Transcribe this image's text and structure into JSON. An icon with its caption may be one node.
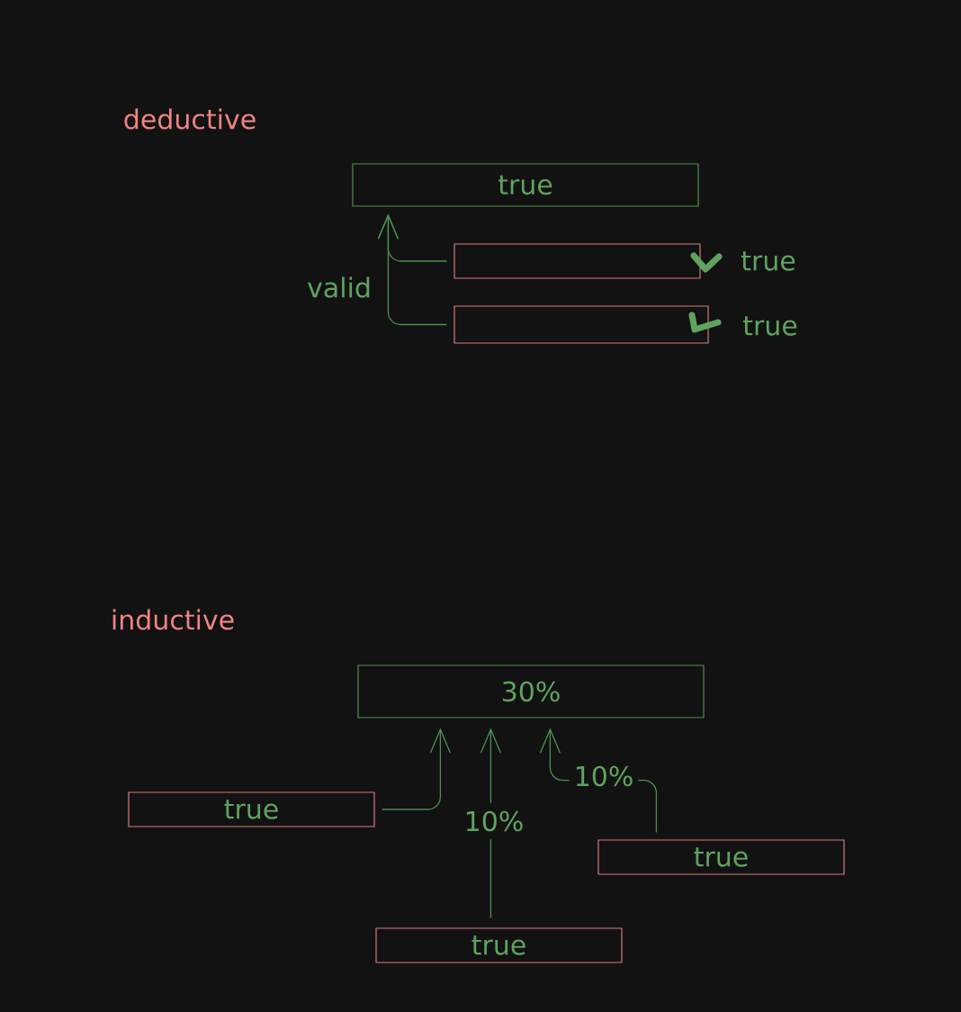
{
  "diagram": {
    "nodes": [
      {
        "text": [
          "true"
        ]
      },
      {
        "text": [],
        "shape": "box",
        "beside": [
          "true"
        ]
      },
      {
        "text": [],
        "shape": "box",
        "beside": [
          "true"
        ]
      },
      {
        "text": [
          "30%"
        ]
      },
      {
        "text": [
          "true"
        ]
      },
      {
        "text": [
          "true"
        ]
      },
      {
        "text": [
          "true"
        ]
      }
    ],
    "edges": [
      {
        "from": 1,
        "to": 0,
        "arrow": "to"
      },
      {
        "from": 2,
        "to": 0,
        "arrow": "to",
        "label": "valid"
      },
      {
        "from": 4,
        "to": 3,
        "arrow": "to"
      },
      {
        "from": 5,
        "to": 3,
        "arrow": "to",
        "label": "10%"
      },
      {
        "from": 6,
        "to": 3,
        "arrow": "to",
        "label": "10%"
      }
    ],
    "labels": [
      "deductive",
      "inductive"
    ]
  }
}
